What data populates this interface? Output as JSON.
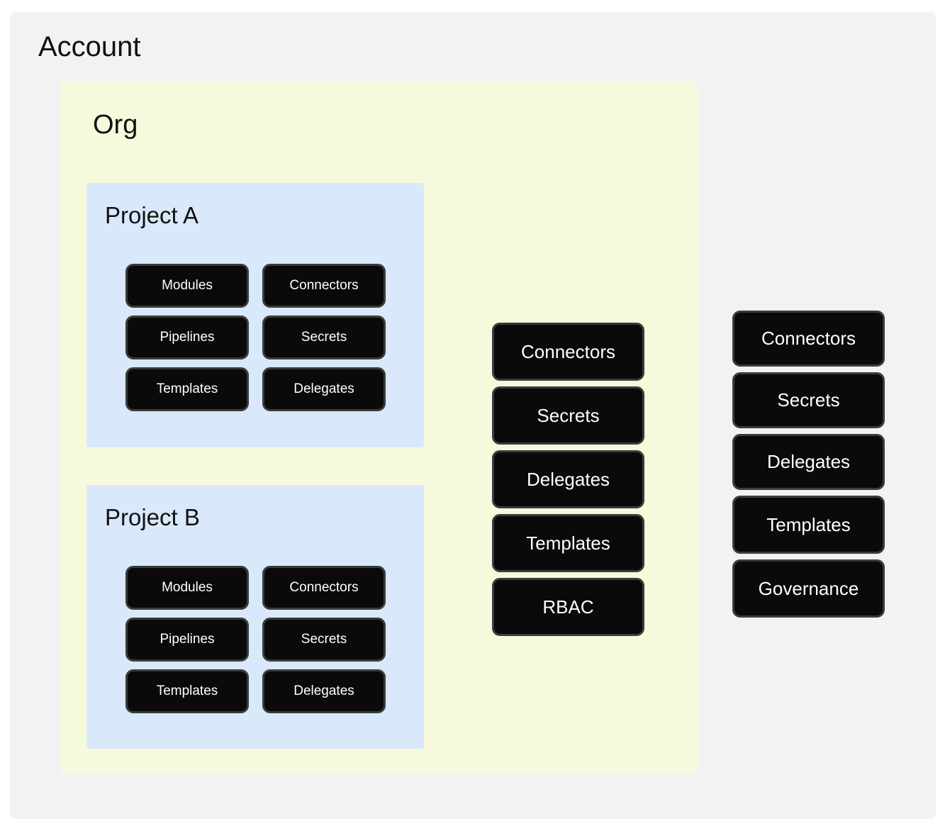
{
  "diagram": {
    "type": "nested-hierarchy",
    "title": "Account",
    "levels": [
      "Account",
      "Org",
      "Project"
    ],
    "colors": {
      "account_panel": "#f2f2f2",
      "org_panel": "#f7f9dd",
      "project_panel": "#d9e9fb",
      "node_fill": "#0a0a0a",
      "node_border": "#3b3b3b",
      "node_text": "#ffffff",
      "heading_text": "#111111",
      "canvas": "#ffffff"
    }
  },
  "account": {
    "label": "Account",
    "resources": [
      {
        "label": "Connectors"
      },
      {
        "label": "Secrets"
      },
      {
        "label": "Delegates"
      },
      {
        "label": "Templates"
      },
      {
        "label": "Governance"
      }
    ]
  },
  "org": {
    "label": "Org",
    "resources": [
      {
        "label": "Connectors"
      },
      {
        "label": "Secrets"
      },
      {
        "label": "Delegates"
      },
      {
        "label": "Templates"
      },
      {
        "label": "RBAC"
      }
    ]
  },
  "projects": [
    {
      "label": "Project A",
      "resources": [
        {
          "label": "Modules"
        },
        {
          "label": "Connectors"
        },
        {
          "label": "Pipelines"
        },
        {
          "label": "Secrets"
        },
        {
          "label": "Templates"
        },
        {
          "label": "Delegates"
        }
      ]
    },
    {
      "label": "Project B",
      "resources": [
        {
          "label": "Modules"
        },
        {
          "label": "Connectors"
        },
        {
          "label": "Pipelines"
        },
        {
          "label": "Secrets"
        },
        {
          "label": "Templates"
        },
        {
          "label": "Delegates"
        }
      ]
    }
  ]
}
